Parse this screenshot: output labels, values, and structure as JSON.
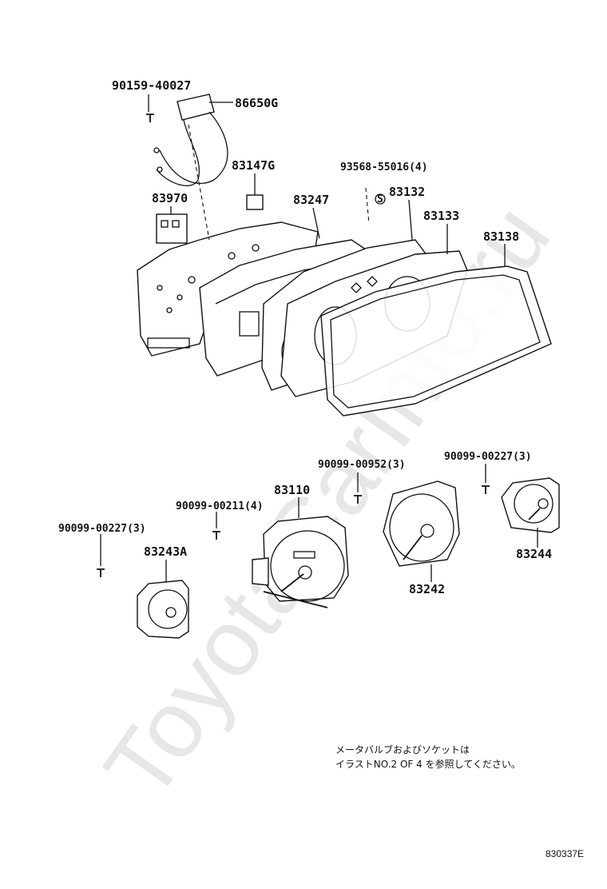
{
  "labels": {
    "p90159": "90159-40027",
    "p86650g": "86650G",
    "p83147g": "83147G",
    "p83970": "83970",
    "p93568": "93568-55016(4)",
    "p83247": "83247",
    "p83132": "83132",
    "p83133": "83133",
    "p83138": "83138",
    "p90099_952": "90099-00952(3)",
    "p90099_227r": "90099-00227(3)",
    "p83110": "83110",
    "p90099_211": "90099-00211(4)",
    "p90099_227l": "90099-00227(3)",
    "p83243a": "83243A",
    "p83242": "83242",
    "p83244": "83244",
    "s_mark": "S"
  },
  "note": {
    "line1": "メータバルブおよびソケットは",
    "line2": "イラストNO.2 OF 4 を参照してください。"
  },
  "diagram_code": "830337E",
  "watermark": "ToyotaCarInfo.ru"
}
